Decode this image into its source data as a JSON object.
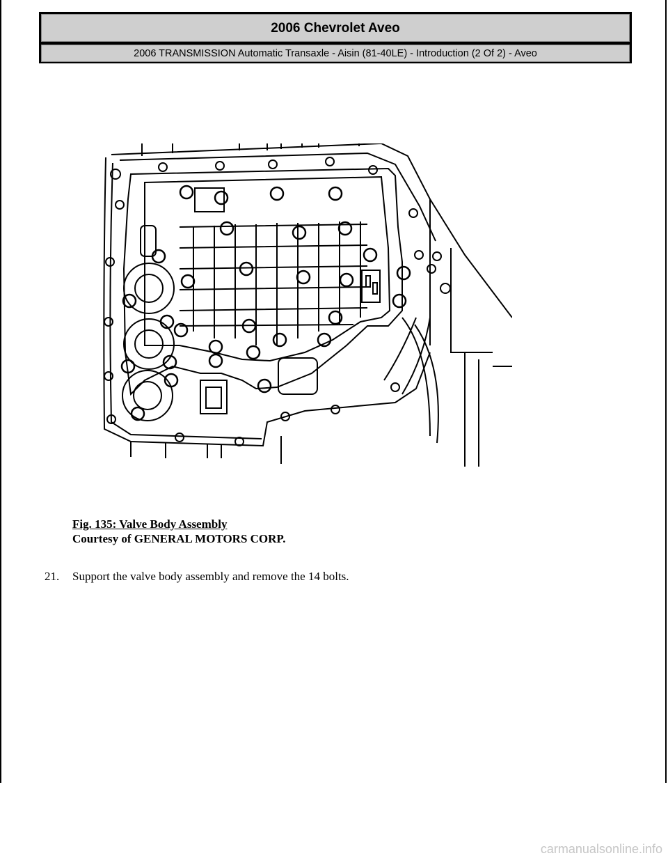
{
  "header": {
    "title": "2006 Chevrolet Aveo",
    "subtitle": "2006 TRANSMISSION Automatic Transaxle - Aisin (81-40LE) - Introduction (2 Of 2) - Aveo"
  },
  "figure": {
    "caption_title": "Fig. 135: Valve Body Assembly",
    "caption_credit": "Courtesy of GENERAL MOTORS CORP."
  },
  "step": {
    "number": "21.",
    "text": "Support the valve body assembly and remove the 14 bolts."
  },
  "watermark": "carmanualsonline.info"
}
